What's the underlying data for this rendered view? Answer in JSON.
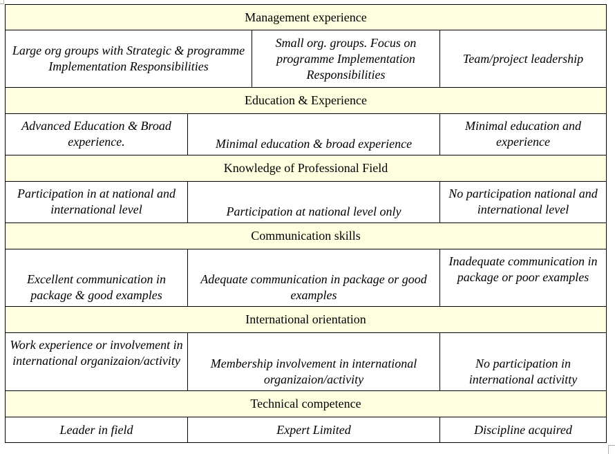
{
  "table": {
    "sections": [
      {
        "header": "Management experience",
        "cells": [
          "Large org groups with Strategic & programme Implementation Responsibilities",
          "Small org. groups. Focus on programme Implementation Responsibilities",
          "Team/project leadership"
        ]
      },
      {
        "header": "Education & Experience",
        "cells": [
          "Advanced Education & Broad experience.",
          "Minimal education & broad experience",
          "Minimal education and experience"
        ]
      },
      {
        "header": "Knowledge of Professional Field",
        "cells": [
          "Participation in at national and international level",
          "Participation at national level only",
          "No participation national and international level"
        ]
      },
      {
        "header": "Communication skills",
        "cells": [
          "Excellent communication in package & good examples",
          "Adequate communication in package or good examples",
          "Inadequate communication in package or poor examples"
        ]
      },
      {
        "header": "International orientation",
        "cells": [
          "Work experience or involvement in international organizaion/activity",
          "Membership involvement in international organizaion/activity",
          "No participation in international activitty"
        ]
      },
      {
        "header": "Technical competence",
        "cells": [
          "Leader in field",
          "Expert Limited",
          "Discipline acquired"
        ]
      }
    ]
  },
  "colors": {
    "header_background": "#ffffe0",
    "border": "#000000"
  }
}
